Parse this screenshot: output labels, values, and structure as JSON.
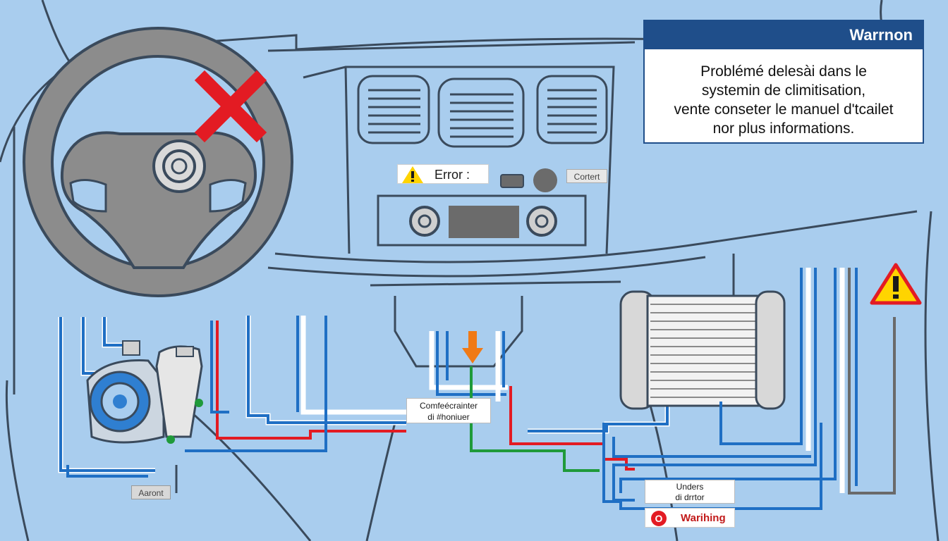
{
  "warning_panel": {
    "title": "Warrnon",
    "lines": [
      "Problémé delesài dans le",
      "systemin de climitisation,",
      "vente conseter le manuel d'tcailet",
      "nor plus informations."
    ]
  },
  "labels": {
    "error": "Error :",
    "contert": "Cortert",
    "aaront": "Aaront",
    "center_line1": "Comfeécrainter",
    "center_line2": "di #honiuer",
    "unit_line1": "Unders",
    "unit_line2": "di drrtor",
    "warning_badge": "Warihing",
    "warning_badge_symbol": "O"
  },
  "icons": {
    "error_icon": "warning-triangle-icon",
    "hazard_icon": "warning-triangle-icon",
    "fault_mark": "red-x-icon",
    "flow_arrow": "arrow-down-icon"
  },
  "colors": {
    "background": "#a9cdee",
    "outline": "#3a4a5c",
    "wheel": "#888888",
    "pipe_blue": "#1f6fc4",
    "pipe_red": "#e31b23",
    "pipe_green": "#1f9a3a",
    "pipe_white": "#ffffff",
    "panel_header": "#1f4e8a",
    "alert_red": "#e31b23",
    "alert_yellow": "#ffd400",
    "arrow_orange": "#f07a16"
  }
}
